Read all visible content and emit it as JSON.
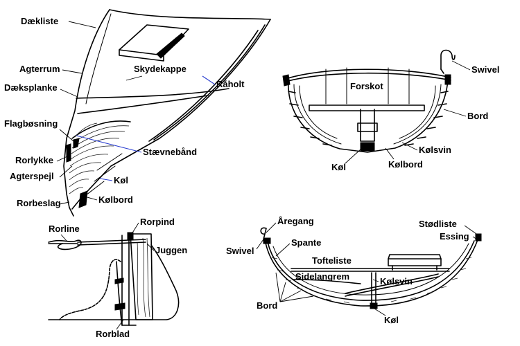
{
  "stern_view": {
    "labels": {
      "daekliste": "Dækliste",
      "agterrum": "Agterrum",
      "daeksplanke": "Dæksplanke",
      "skydekappe": "Skydekappe",
      "raaholt": "Råholt",
      "flagboesning": "Flagbøsning",
      "staevnebaand": "Stævnebånd",
      "rorlykke": "Rorlykke",
      "agterspejl": "Agterspejl",
      "koel": "Køl",
      "rorbeslag": "Rorbeslag",
      "koelbord": "Kølbord"
    }
  },
  "forward_section": {
    "labels": {
      "forskot": "Forskot",
      "swivel": "Swivel",
      "bord": "Bord",
      "koelsvin": "Kølsvin",
      "koel": "Køl",
      "koelbord": "Kølbord"
    }
  },
  "rudder_view": {
    "labels": {
      "rorline": "Rorline",
      "rorpind": "Rorpind",
      "juggen": "Juggen",
      "rorblad": "Rorblad"
    }
  },
  "midship_section": {
    "labels": {
      "aaregang": "Åregang",
      "swivel": "Swivel",
      "spante": "Spante",
      "stoedliste": "Stødliste",
      "essing": "Essing",
      "tofteliste": "Tofteliste",
      "sidelangrem": "Sidelangrem",
      "koelsvin": "Kølsvin",
      "bord": "Bord",
      "koel": "Køl"
    }
  },
  "colors": {
    "ink": "#000000",
    "accent_leader": "#2b3fd0",
    "background": "#ffffff"
  }
}
